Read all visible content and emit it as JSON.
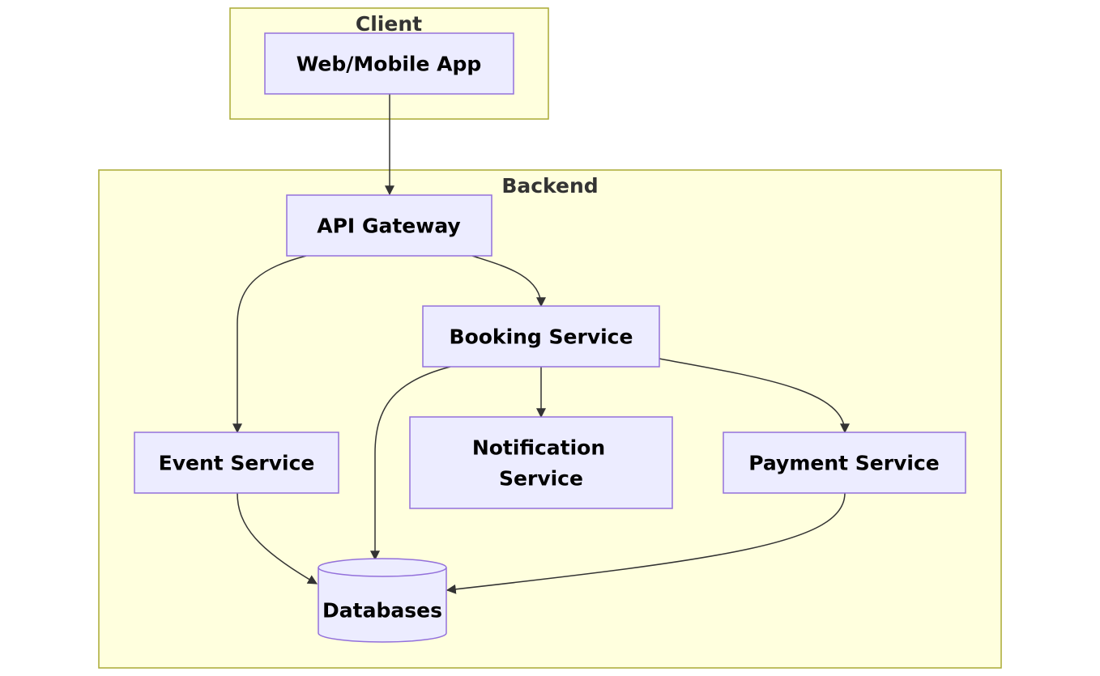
{
  "diagram": {
    "clusters": {
      "client": {
        "label": "Client"
      },
      "backend": {
        "label": "Backend"
      }
    },
    "nodes": {
      "web_mobile_app": {
        "label": "Web/Mobile App"
      },
      "api_gateway": {
        "label": "API Gateway"
      },
      "booking_service": {
        "label": "Booking Service"
      },
      "event_service": {
        "label": "Event Service"
      },
      "notification_service": {
        "label_line1": "Notification",
        "label_line2": "Service"
      },
      "payment_service": {
        "label": "Payment Service"
      },
      "databases": {
        "label": "Databases"
      }
    },
    "edges": [
      {
        "from": "Web/Mobile App",
        "to": "API Gateway"
      },
      {
        "from": "API Gateway",
        "to": "Event Service"
      },
      {
        "from": "API Gateway",
        "to": "Booking Service"
      },
      {
        "from": "Booking Service",
        "to": "Databases"
      },
      {
        "from": "Booking Service",
        "to": "Notification Service"
      },
      {
        "from": "Booking Service",
        "to": "Payment Service"
      },
      {
        "from": "Event Service",
        "to": "Databases"
      },
      {
        "from": "Payment Service",
        "to": "Databases"
      }
    ],
    "colors": {
      "cluster_fill": "#ffffde",
      "cluster_stroke": "#aaaa33",
      "node_fill": "#ececff",
      "node_stroke": "#9370db",
      "edge": "#333333"
    }
  }
}
